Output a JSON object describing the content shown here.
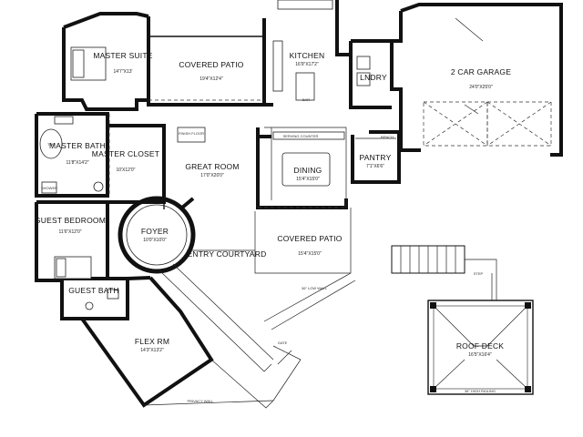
{
  "rooms": {
    "master_suite": {
      "name": "MASTER SUITE",
      "dims": "14'7\"X13'"
    },
    "covered_patio_rear": {
      "name": "COVERED PATIO",
      "dims": "19'4\"X12'4\""
    },
    "kitchen": {
      "name": "KITCHEN",
      "dims": "16'9\"X17'2\""
    },
    "laundry": {
      "name": "LNDRY",
      "dims": ""
    },
    "garage": {
      "name": "2 CAR GARAGE",
      "dims": "24'0\"X25'0\""
    },
    "master_bath": {
      "name": "MASTER BATH",
      "dims": "11'8\"X14'2\""
    },
    "master_closet": {
      "name": "MASTER CLOSET",
      "dims": "10'X12'0\""
    },
    "great_room": {
      "name": "GREAT ROOM",
      "dims": "17'0\"X20'0\""
    },
    "dining": {
      "name": "DINING",
      "dims": "15'4\"X15'0\""
    },
    "pantry": {
      "name": "PANTRY",
      "dims": "7'1\"X6'6\""
    },
    "guest_bedroom": {
      "name": "GUEST BEDROOM",
      "dims": "11'6\"X12'0\""
    },
    "foyer": {
      "name": "FOYER",
      "dims": "10'0\"X10'0\""
    },
    "entry_courtyard": {
      "name": "ENTRY COURTYARD",
      "dims": ""
    },
    "covered_patio_front": {
      "name": "COVERED PATIO",
      "dims": "15'4\"X15'0\""
    },
    "guest_bath": {
      "name": "GUEST BATH",
      "dims": ""
    },
    "flex_room": {
      "name": "FLEX RM",
      "dims": "14'3\"X13'2\""
    },
    "roof_deck": {
      "name": "ROOF DECK",
      "dims": "16'5\"X16'4\""
    }
  },
  "notes": {
    "finish_floor": "FINISH FLOOR",
    "privacy_wall": "PRIVACY WALL",
    "gate": "GATE",
    "serving_counter": "SERVING COUNTER",
    "bench": "BENCH",
    "bar": "BAR",
    "step": "STEP",
    "high_railing": "36\" HIGH RAILING",
    "low_wall": "36\" LOW WALL",
    "tub": "TUB",
    "shower": "SHOWER"
  },
  "colors": {
    "ink": "#111111",
    "paper": "#ffffff"
  }
}
